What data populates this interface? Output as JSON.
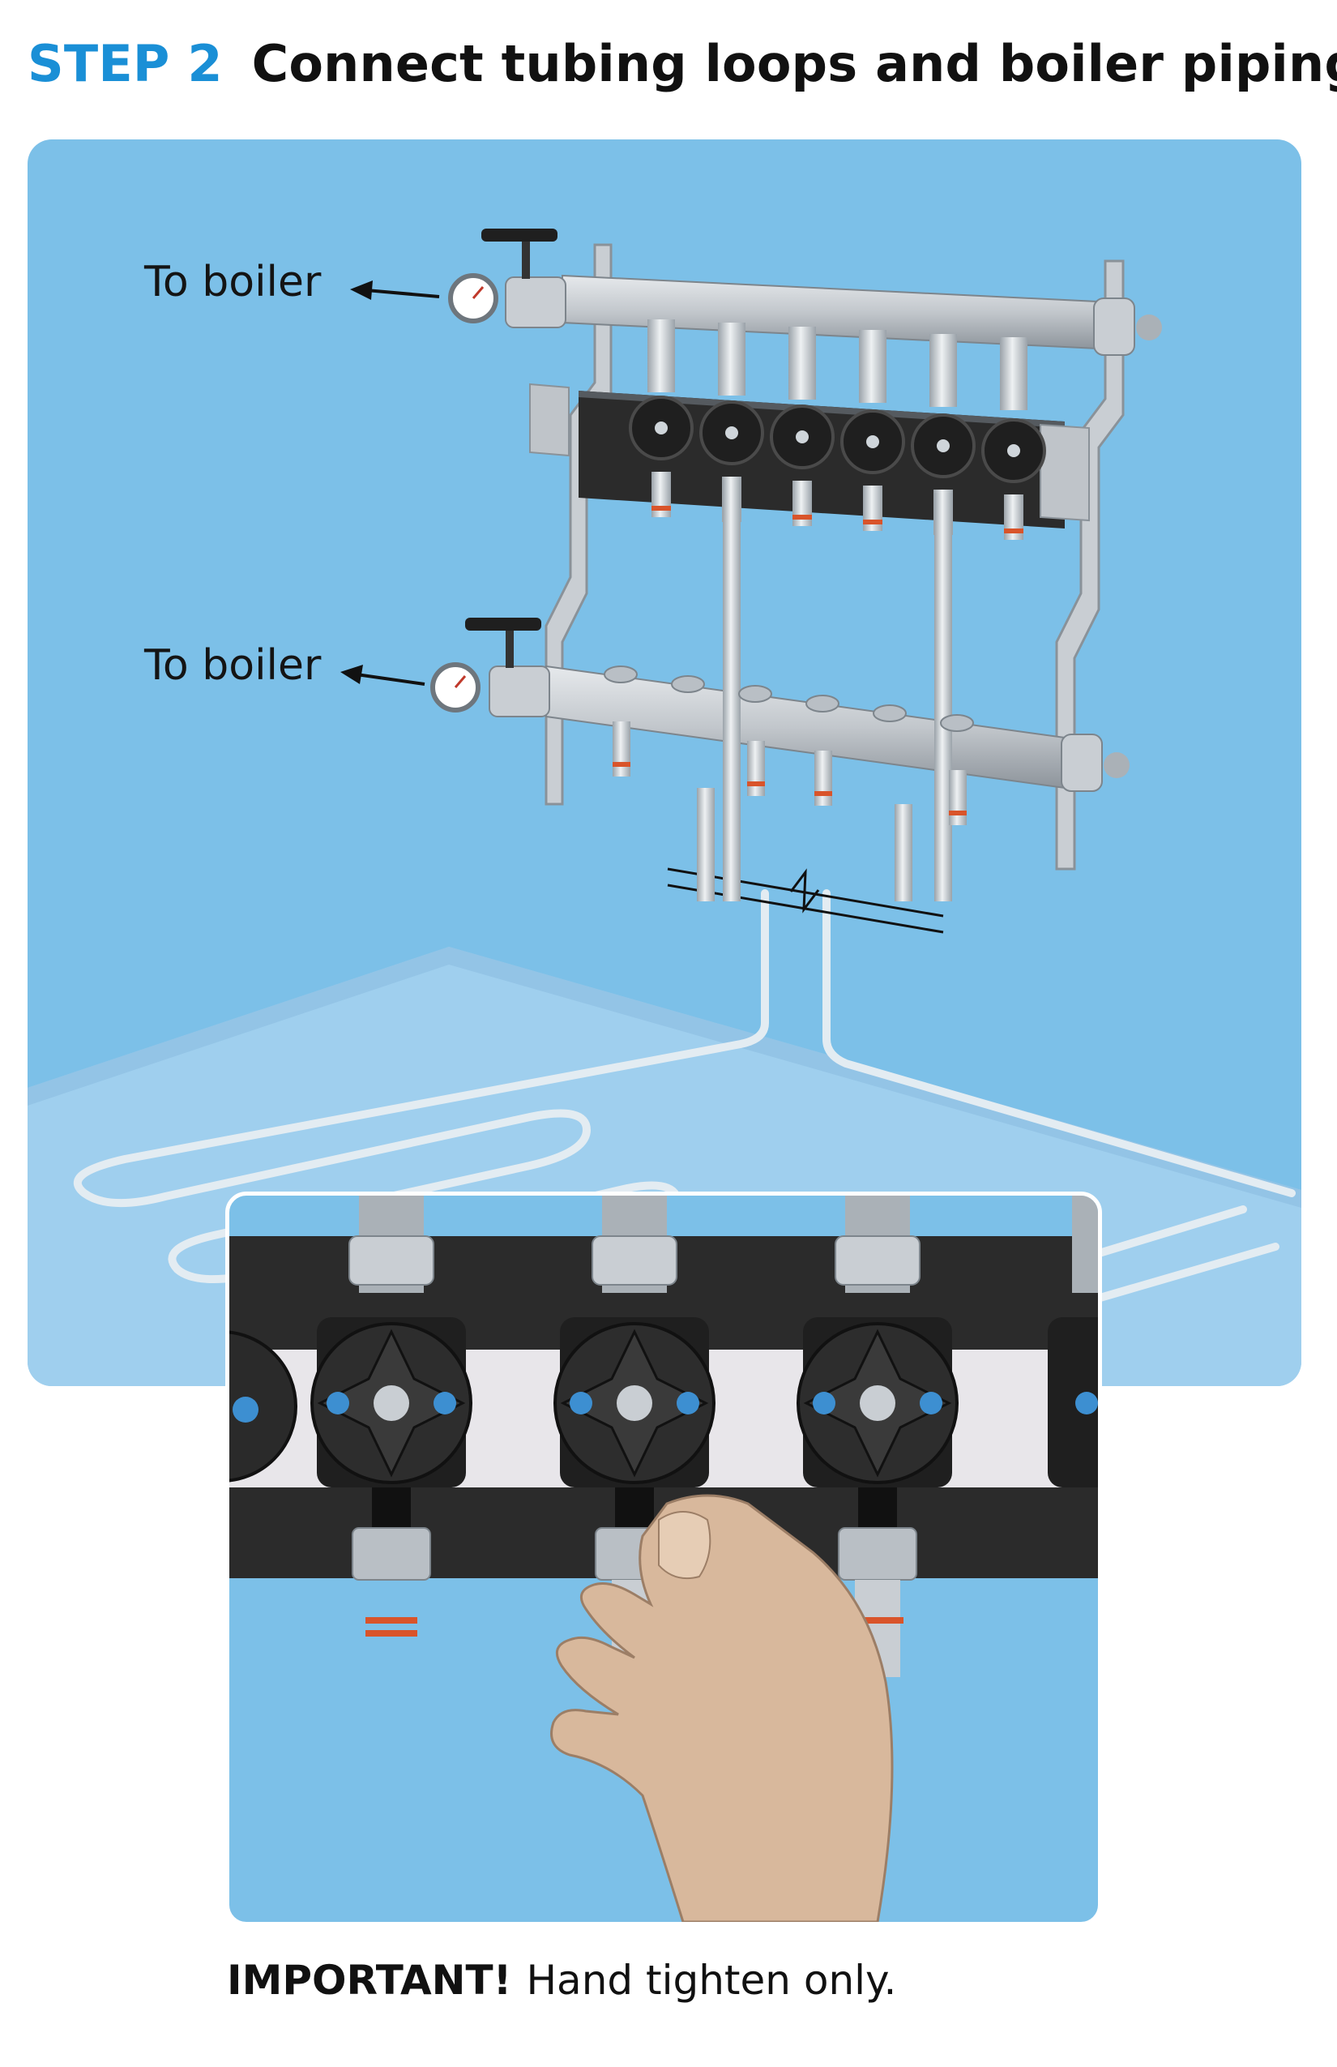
{
  "heading": {
    "step": "STEP 2",
    "title": "Connect tubing loops and boiler piping."
  },
  "labels": {
    "supply": "To boiler",
    "return": "To boiler"
  },
  "note": {
    "emphasis": "IMPORTANT!",
    "text": "Hand tighten only."
  },
  "colors": {
    "accent": "#1a8fd6",
    "panel": "#7cc0e8",
    "floor": "#a6d1ef",
    "metal": "#c9ced3",
    "actuator": "#2b2b2b",
    "o_ring": "#d9542a",
    "skin": "#d8b89c"
  },
  "icons": {
    "arrow": "arrow-left-icon",
    "gauge": "pressure-gauge-icon",
    "valve": "ball-valve-icon"
  },
  "diagram": {
    "loop_count": 6
  }
}
